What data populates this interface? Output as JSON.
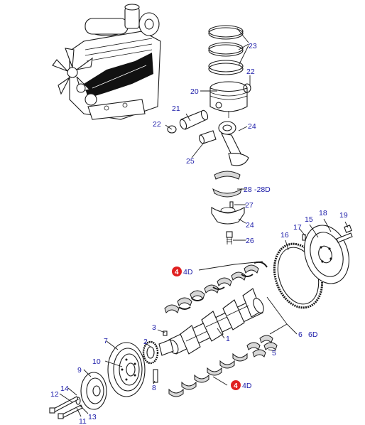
{
  "labels": {
    "p23": "23",
    "p22a": "22",
    "p20": "20",
    "p21": "21",
    "p22b": "22",
    "p24a": "24",
    "p25": "25",
    "p28": "28",
    "p28d": "-28D",
    "p27": "27",
    "p24b": "24",
    "p26": "26",
    "p18": "18",
    "p19": "19",
    "p15": "15",
    "p17": "17",
    "p16": "16",
    "p4d_top": "4D",
    "p3": "3",
    "p2": "2",
    "p1": "1",
    "p6": "6",
    "p6d": "6D",
    "p5": "5",
    "p7": "7",
    "p10": "10",
    "p9": "9",
    "p8": "8",
    "p14": "14",
    "p12": "12",
    "p13": "13",
    "p11": "11",
    "p4d_bottom": "4D"
  },
  "badges": {
    "top": "4",
    "bottom": "4"
  },
  "colors": {
    "label": "#1a1aa8",
    "badge": "#e02020",
    "line": "#1a1a1a"
  }
}
